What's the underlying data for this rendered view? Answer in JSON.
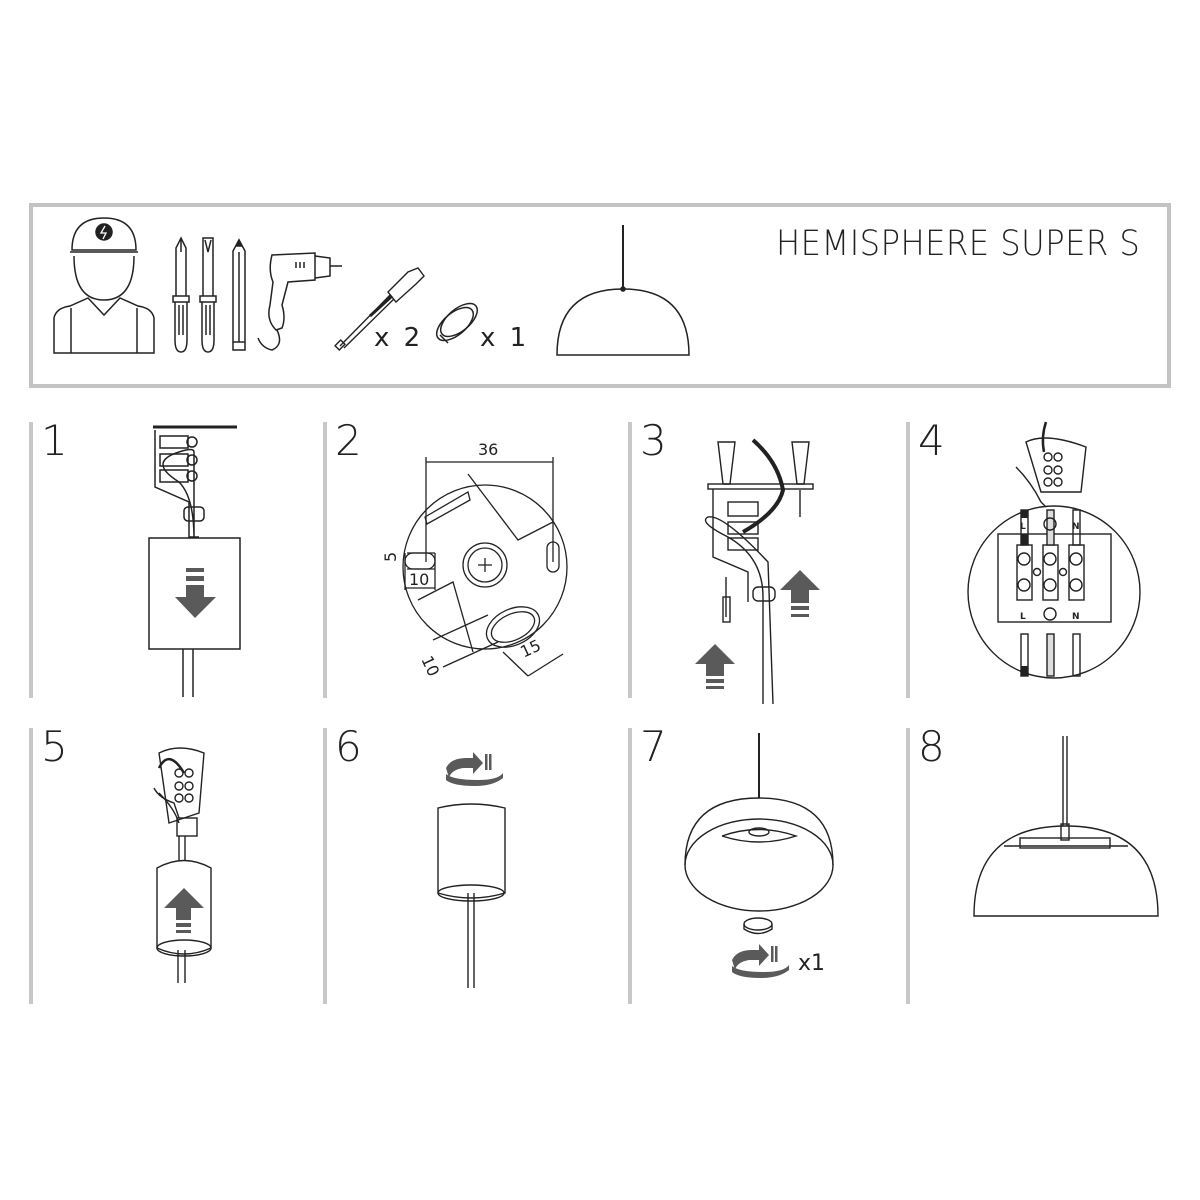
{
  "header": {
    "title": "HEMISPHERE SUPER S",
    "tools": [
      {
        "icon": "electrician-icon"
      },
      {
        "icon": "phillips-screwdriver-icon"
      },
      {
        "icon": "flat-screwdriver-icon"
      },
      {
        "icon": "pencil-icon"
      },
      {
        "icon": "drill-icon"
      },
      {
        "icon": "wall-plug-screw-icon",
        "quantity": "x 2"
      },
      {
        "icon": "cap-icon",
        "quantity": "x 1"
      },
      {
        "icon": "pendant-lamp-icon"
      }
    ]
  },
  "steps": [
    {
      "number": "1"
    },
    {
      "number": "2",
      "dimensions": {
        "width": "36",
        "slot_height": "5",
        "slot_width": "10",
        "oval_width": "15",
        "oval_height": "10"
      }
    },
    {
      "number": "3"
    },
    {
      "number": "4",
      "terminal_labels_top": [
        "L",
        "⏚",
        "N"
      ],
      "terminal_labels_bottom": [
        "L",
        "⏚",
        "N"
      ]
    },
    {
      "number": "5"
    },
    {
      "number": "6"
    },
    {
      "number": "7",
      "quantity": "x1"
    },
    {
      "number": "8"
    }
  ],
  "colors": {
    "frame": "#c4c4c4",
    "line": "#222222",
    "arrow": "#5a5a5a"
  }
}
